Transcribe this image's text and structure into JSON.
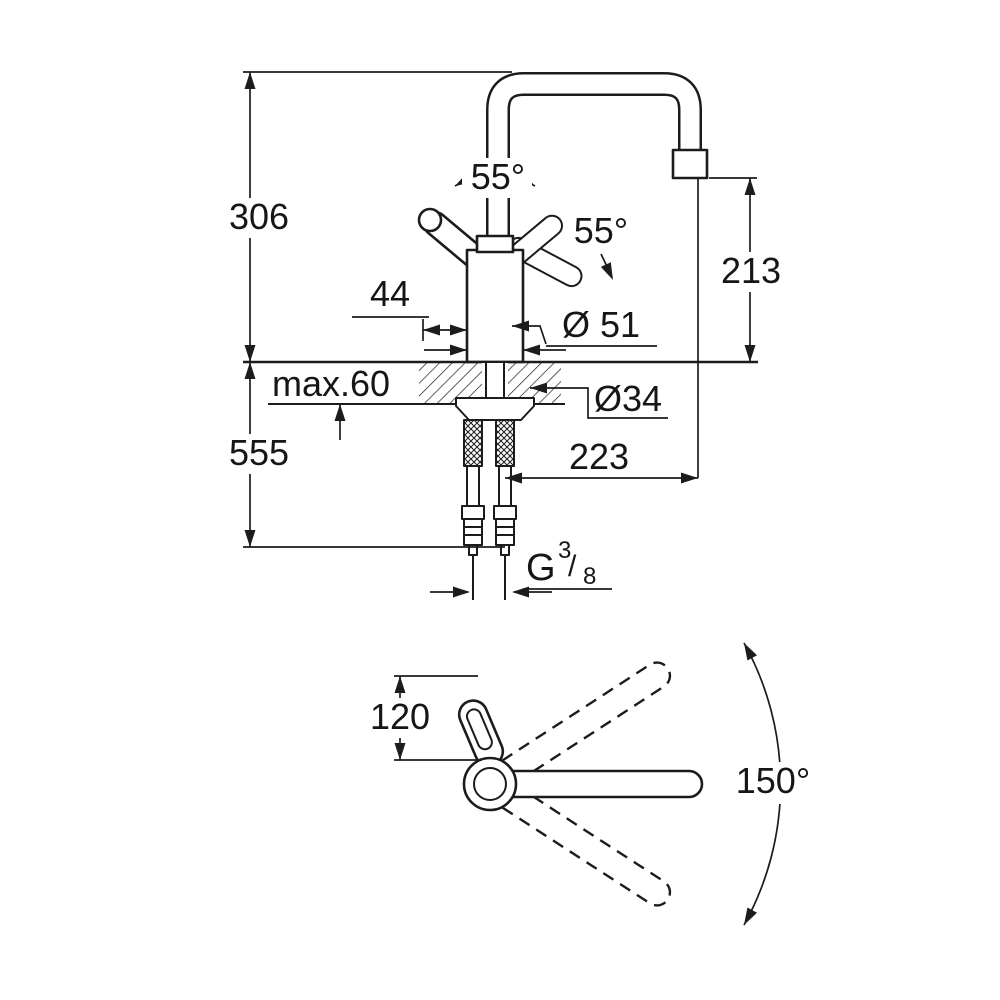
{
  "labels": {
    "side_view": {
      "height_above": "306",
      "height_below": "555",
      "spout_clearance": "213",
      "handle_offset": "44",
      "body_diameter": "Ø 51",
      "counter_thickness": "max.60",
      "hole_diameter": "Ø34",
      "spout_reach": "223",
      "handle_angle_top": "55°",
      "handle_angle_front": "55°",
      "thread": {
        "g": "G",
        "numerator": "3",
        "slash": "/",
        "denominator": "8"
      }
    },
    "top_view": {
      "handle_height": "120",
      "swivel_angle": "150°"
    }
  },
  "colors": {
    "line": "#1c1c1c",
    "background": "#ffffff",
    "text": "#161616"
  }
}
